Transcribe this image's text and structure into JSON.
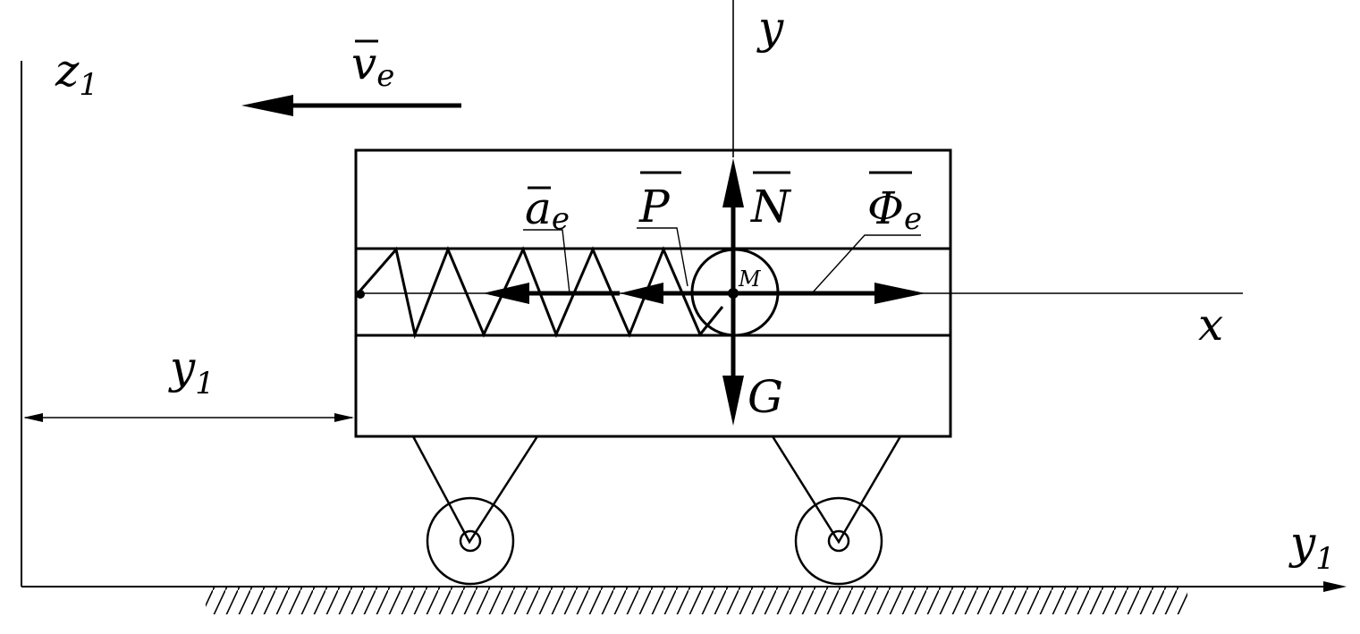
{
  "labels": {
    "z1_main": "z",
    "z1_sub": "1",
    "ve_main": "v",
    "ve_sub": "e",
    "y_axis": "y",
    "x_axis": "x",
    "y1_axis_main": "y",
    "y1_axis_sub": "1",
    "y1_dim_main": "y",
    "y1_dim_sub": "1",
    "N": "N",
    "G": "G",
    "P": "P",
    "ae_main": "a",
    "ae_sub": "e",
    "phi_main": "Φ",
    "phi_sub": "e",
    "M": "M"
  }
}
